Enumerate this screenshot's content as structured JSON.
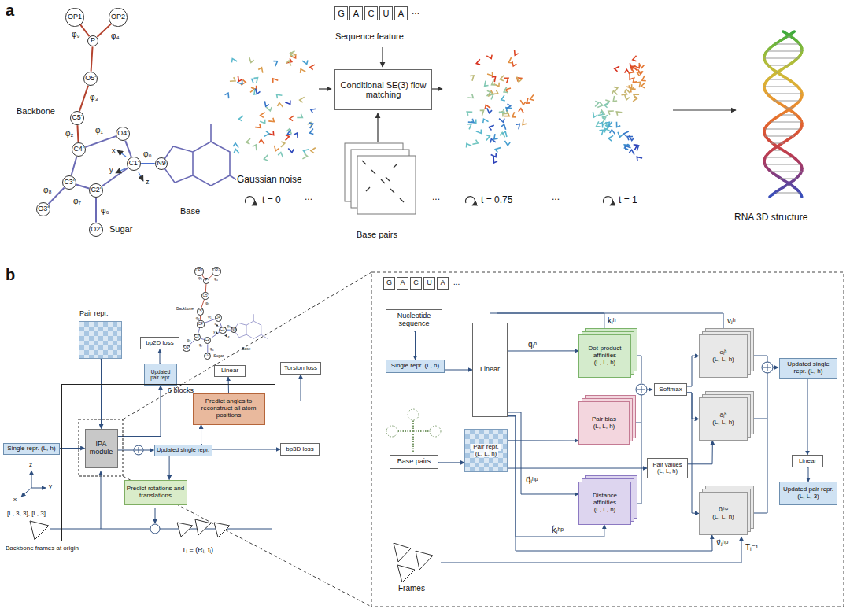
{
  "diagram": {
    "nodes": [
      {
        "text": [
          "OP1"
        ]
      },
      {
        "text": [
          "OP2"
        ]
      },
      {
        "text": [
          "P"
        ]
      },
      {
        "text": [
          "O5'"
        ]
      },
      {
        "text": [
          "C5'"
        ]
      },
      {
        "text": [
          "C4'"
        ]
      },
      {
        "text": [
          "O4'"
        ]
      },
      {
        "text": [
          "C3'"
        ]
      },
      {
        "text": [
          "C1'"
        ]
      },
      {
        "text": [
          "C2'"
        ]
      },
      {
        "text": [
          "O3'"
        ]
      },
      {
        "text": [
          "O2'"
        ]
      },
      {
        "text": [
          "N9"
        ]
      },
      {
        "text": [
          "G"
        ]
      },
      {
        "text": [
          "A"
        ]
      },
      {
        "text": [
          "C"
        ]
      },
      {
        "text": [
          "U"
        ]
      },
      {
        "text": [
          "A"
        ]
      },
      {
        "text": [
          "Conditional SE(3) flow matching"
        ]
      },
      {
        "text": [
          "OP1"
        ]
      },
      {
        "text": [
          "OP2"
        ]
      },
      {
        "text": [
          "P"
        ]
      },
      {
        "text": [
          "O5'"
        ]
      },
      {
        "text": [
          "C5'"
        ]
      },
      {
        "text": [
          "C4'"
        ]
      },
      {
        "text": [
          "O4'"
        ]
      },
      {
        "text": [
          "C3'"
        ]
      },
      {
        "text": [
          "C1'"
        ]
      },
      {
        "text": [
          "C2'"
        ]
      },
      {
        "text": [
          "O3'"
        ]
      },
      {
        "text": [
          "O2'"
        ]
      },
      {
        "text": [
          "N9"
        ]
      },
      {
        "text": [
          "Pair repr."
        ]
      },
      {
        "text": [
          "bp2D loss"
        ]
      },
      {
        "text": [
          "Updated pair repr."
        ]
      },
      {
        "text": [
          "Linear"
        ]
      },
      {
        "text": [
          "Torsion loss"
        ]
      },
      {
        "text": [
          "6 blocks"
        ]
      },
      {
        "text": [
          "Single repr. (L, h)"
        ]
      },
      {
        "text": [
          "IPA module"
        ],
        "in": 37
      },
      {
        "text": [
          "Updated single repr."
        ],
        "in": 37
      },
      {
        "text": [
          "Predict angles to reconstruct all atom positions"
        ],
        "in": 37
      },
      {
        "text": [
          "Predict rotations and translations"
        ],
        "in": 37
      },
      {
        "text": [
          "bp3D loss"
        ]
      },
      {
        "text": [
          "G"
        ]
      },
      {
        "text": [
          "A"
        ]
      },
      {
        "text": [
          "C"
        ]
      },
      {
        "text": [
          "U"
        ]
      },
      {
        "text": [
          "A"
        ]
      },
      {
        "text": [
          "Nucleotide sequence"
        ]
      },
      {
        "text": [
          "Single repr. (L, h)"
        ]
      },
      {
        "text": [
          "Linear"
        ]
      },
      {
        "text": [
          "Base pairs"
        ]
      },
      {
        "text": [
          "Pair repr.",
          "(L, L, h)"
        ]
      },
      {
        "text": [
          "Dot-product affinities",
          "(L, L, h)"
        ]
      },
      {
        "text": [
          "Pair bias",
          "(L, L, h)"
        ]
      },
      {
        "text": [
          "Softmax"
        ]
      },
      {
        "text": [
          "oᵢʰ",
          "(L, L, h)"
        ]
      },
      {
        "text": [
          "õᵢʰ",
          "(L, L, h)"
        ]
      },
      {
        "text": [
          "Pair values",
          "(L, L, h)"
        ]
      },
      {
        "text": [
          "Distance affinities",
          "(L, L, h)"
        ]
      },
      {
        "text": [
          "o⃗ᵢʰᵖ",
          "(L, L, h)"
        ]
      },
      {
        "text": [
          "Updated single repr. (L, h)"
        ]
      },
      {
        "text": [
          "Linear"
        ]
      },
      {
        "text": [
          "Updated pair repr. (L, L, 3)"
        ]
      }
    ],
    "edges": [
      {
        "from": 0,
        "to": 2,
        "arrow": "none"
      },
      {
        "from": 1,
        "to": 2,
        "arrow": "none"
      },
      {
        "from": 2,
        "to": 3,
        "arrow": "none"
      },
      {
        "from": 3,
        "to": 4,
        "arrow": "none"
      },
      {
        "from": 4,
        "to": 5,
        "arrow": "none"
      },
      {
        "from": 5,
        "to": 6,
        "arrow": "none"
      },
      {
        "from": 6,
        "to": 8,
        "arrow": "none"
      },
      {
        "from": 5,
        "to": 7,
        "arrow": "none"
      },
      {
        "from": 7,
        "to": 9,
        "arrow": "none"
      },
      {
        "from": 9,
        "to": 8,
        "arrow": "none"
      },
      {
        "from": 7,
        "to": 10,
        "arrow": "none"
      },
      {
        "from": 9,
        "to": 11,
        "arrow": "none"
      },
      {
        "from": 8,
        "to": 12,
        "arrow": "none"
      },
      {
        "from": 19,
        "to": 21,
        "arrow": "none"
      },
      {
        "from": 20,
        "to": 21,
        "arrow": "none"
      },
      {
        "from": 21,
        "to": 22,
        "arrow": "none"
      },
      {
        "from": 22,
        "to": 23,
        "arrow": "none"
      },
      {
        "from": 23,
        "to": 24,
        "arrow": "none"
      },
      {
        "from": 24,
        "to": 25,
        "arrow": "none"
      },
      {
        "from": 25,
        "to": 27,
        "arrow": "none"
      },
      {
        "from": 24,
        "to": 26,
        "arrow": "none"
      },
      {
        "from": 26,
        "to": 28,
        "arrow": "none"
      },
      {
        "from": 28,
        "to": 27,
        "arrow": "none"
      },
      {
        "from": 26,
        "to": 29,
        "arrow": "none"
      },
      {
        "from": 28,
        "to": 30,
        "arrow": "none"
      },
      {
        "from": 27,
        "to": 31,
        "arrow": "none"
      },
      {
        "from": 38,
        "to": 39,
        "arrow": "to"
      },
      {
        "from": 32,
        "to": 39,
        "arrow": "to"
      },
      {
        "from": 39,
        "to": 40,
        "arrow": "to"
      },
      {
        "from": 39,
        "to": 34,
        "arrow": "to"
      },
      {
        "from": 34,
        "to": 33,
        "arrow": "to"
      },
      {
        "from": 40,
        "to": 41,
        "arrow": "to"
      },
      {
        "from": 41,
        "to": 35,
        "arrow": "to"
      },
      {
        "from": 41,
        "to": 36,
        "arrow": "to"
      },
      {
        "from": 40,
        "to": 43,
        "arrow": "to"
      },
      {
        "from": 40,
        "to": 42,
        "arrow": "to"
      },
      {
        "from": 49,
        "to": 50,
        "arrow": "to"
      },
      {
        "from": 50,
        "to": 51,
        "arrow": "to"
      },
      {
        "from": 52,
        "to": 53,
        "arrow": "to"
      },
      {
        "from": 51,
        "to": 54,
        "arrow": "to"
      },
      {
        "from": 51,
        "to": 54,
        "arrow": "to"
      },
      {
        "from": 51,
        "to": 57,
        "arrow": "to"
      },
      {
        "from": 53,
        "to": 55,
        "arrow": "to"
      },
      {
        "from": 53,
        "to": 59,
        "arrow": "to"
      },
      {
        "from": 51,
        "to": 60,
        "arrow": "to"
      },
      {
        "from": 51,
        "to": 60,
        "arrow": "to"
      },
      {
        "from": 51,
        "to": 61,
        "arrow": "to"
      },
      {
        "from": 56,
        "to": 57,
        "arrow": "to"
      },
      {
        "from": 56,
        "to": 58,
        "arrow": "to"
      },
      {
        "from": 56,
        "to": 61,
        "arrow": "to"
      },
      {
        "from": 59,
        "to": 58,
        "arrow": "to"
      },
      {
        "from": 62,
        "to": 63,
        "arrow": "to"
      },
      {
        "from": 63,
        "to": 64,
        "arrow": "to"
      }
    ],
    "labels": [
      "φ₉",
      "φ₄",
      "φ₃",
      "φ₂",
      "φ₁",
      "φ₀",
      "φ₈",
      "φ₇",
      "φ₆",
      "x",
      "y",
      "z",
      "Backbone",
      "Sugar",
      "Base",
      "φ₉",
      "φ₄",
      "φ₃",
      "φ₂",
      "φ₁",
      "φ₀",
      "φ₈",
      "φ₇",
      "φ₆",
      "x",
      "y",
      "z",
      "Backbone",
      "Sugar",
      "Base",
      "a",
      "Gaussian noise",
      "t = 0",
      "...",
      "...",
      "Sequence feature",
      "Base pairs",
      "...",
      "t = 0.75",
      "...",
      "t = 1",
      "RNA 3D structure",
      "b",
      "[L, 3, 3], [L, 3]",
      "x",
      "y",
      "z",
      "Backbone frames at origin",
      "Tᵢ = (Rᵢ, tᵢ)",
      "...",
      "kⱼʰ",
      "vⱼʰ",
      "qᵢʰ",
      "q⃗ᵢʰᵖ",
      "k⃗ⱼʰᵖ",
      "v⃗ⱼʰᵖ",
      "Tᵢ⁻¹",
      "Frames"
    ]
  }
}
